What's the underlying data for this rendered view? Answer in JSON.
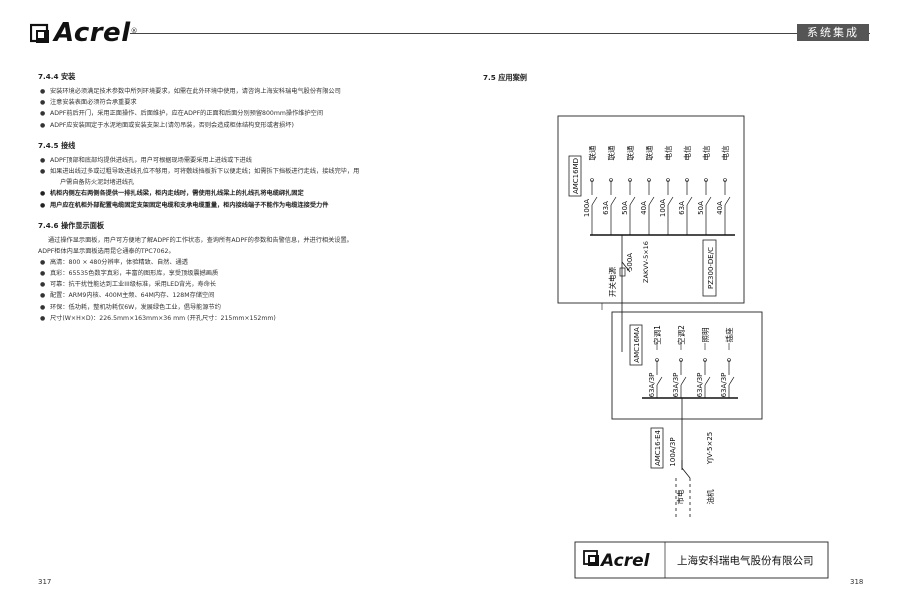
{
  "header": {
    "brand": "Acrel",
    "brand_mark": "®",
    "section_tag": "系统集成"
  },
  "left": {
    "s744": {
      "title": "7.4.4 安装",
      "items": [
        "安装环境必须满足技术参数中所列环境要求，如需在此外环境中使用，请咨询上海安科瑞电气股份有限公司",
        "注意安装表面必须符合承重要求",
        "ADPF前后开门，采用正面操作、后面维护，应在ADPF的正面和后面分别预留800mm操作维护空间",
        "ADPF应安装固定于水泥地面或安装支架上(请勿吊装，否则会造成柜体结构变形或者损坏)"
      ]
    },
    "s745": {
      "title": "7.4.5 接线",
      "items": [
        "ADPF顶部和底部均提供进线孔，用户可根据现场需要采用上进线或下进线",
        "如果进出线过多或过粗导致进线孔位不够用，可将敷线挡板拆下以便走线；如需拆下挡板进行走线，接线完毕，用",
        "户需自备防火泥封堵进线孔",
        "机柜内侧左右两侧各提供一排扎线梁，柜内走线时，需使用扎线梁上的扎线孔将电缆绑扎固定",
        "用户应在机柜外部配置电缆固定支架固定电缆和支承电缆重量，柜内接线端子不能作为电缆连接受力件"
      ]
    },
    "s746": {
      "title": "7.4.6 操作显示面板",
      "para1": "通过操作显示面板，用户可方便地了解ADPF的工作状态，查询所有ADPF的参数和告警信息，并进行相关设置。",
      "para2": "ADPF柜体内显示面板选用昆仑通泰的TPC7062。",
      "items": [
        "高清：800 × 480分辨率，体验精致、自然、通透",
        "真彩：65535色数字真彩，丰富的图形库，享受顶级震撼画质",
        "可靠：抗干扰性能达到工业III级标准，采用LED背光，寿命长",
        "配置：ARM9内核、400M主频、64M内存、128M存储空间",
        "环保：低功耗，整机功耗仅6W，发展绿色工业，倡导能源节约",
        "尺寸(W×H×D)：226.5mm×163mm×36 mm (开孔尺寸：215mm×152mm)"
      ]
    }
  },
  "right": {
    "title": "7.5 应用案例",
    "box_md": "AMC16MD",
    "box_ma": "AMC16MA",
    "box_e4": "AMC16-E4",
    "box_pz": "PZ300-DE/C",
    "md_feeders": [
      {
        "rating": "100A",
        "load": "联通"
      },
      {
        "rating": "63A",
        "load": "联通"
      },
      {
        "rating": "50A",
        "load": "联通"
      },
      {
        "rating": "40A",
        "load": "联通"
      },
      {
        "rating": "100A",
        "load": "电信"
      },
      {
        "rating": "63A",
        "load": "电信"
      },
      {
        "rating": "50A",
        "load": "电信"
      },
      {
        "rating": "40A",
        "load": "电信"
      }
    ],
    "main_breaker": "500A",
    "main_cable": "ZAKVV-5×16",
    "main_label": "开关电源",
    "ma_feeders": [
      {
        "rating": "63A/3P",
        "load": "空调1"
      },
      {
        "rating": "63A/3P",
        "load": "空调2"
      },
      {
        "rating": "63A/3P",
        "load": "照明"
      },
      {
        "rating": "63A/3P",
        "load": "插座"
      }
    ],
    "e4_rating": "100A/3P",
    "e4_cable": "YJV-5×25",
    "source1": "市电",
    "source2": "油机",
    "company": "上海安科瑞电气股份有限公司",
    "footer_brand": "Acrel"
  },
  "pages": {
    "left": "317",
    "right": "318"
  }
}
